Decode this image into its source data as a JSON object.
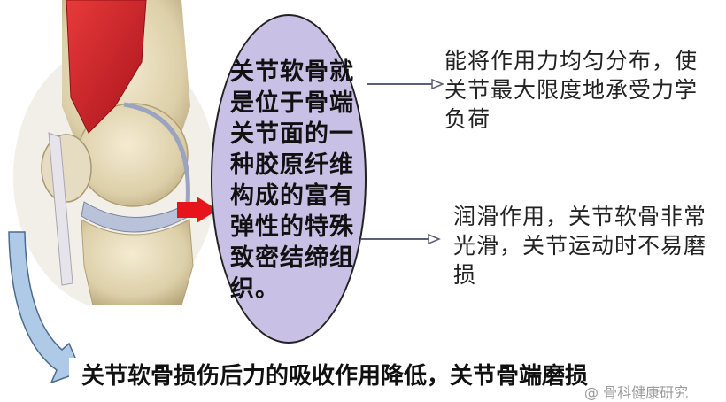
{
  "ellipse_text": "关节软骨就是位于骨端关节面的一种胶原纤维构成的富有弹性的特殊致密结缔组织。",
  "note_top": "能将作用力均匀分布，使关节最大限度地承受力学负荷",
  "note_middle": "润滑作用，关节软骨非常光滑，关节运动时不易磨损",
  "bottom_caption": "关节软骨损伤后力的吸收作用降低，关节骨端磨损",
  "watermark": "@ 骨科健康研究",
  "colors": {
    "ellipse_fill": "#c9c0e6",
    "pointer_arrow": "#e8141c",
    "curved_arrow_fill": "#aecae6",
    "muscle_red": "#c8202a"
  },
  "icons": [
    "knee-joint-illustration",
    "red-arrow-icon",
    "curved-arrow-icon"
  ]
}
